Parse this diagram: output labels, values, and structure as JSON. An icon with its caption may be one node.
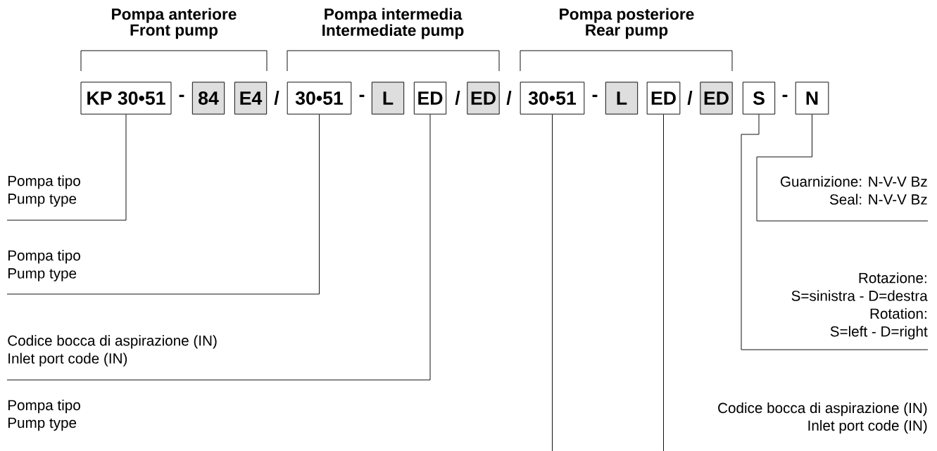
{
  "diagram": {
    "nodes": [
      {
        "text": [
          "KP 30•51"
        ]
      },
      {
        "text": [
          "84"
        ]
      },
      {
        "text": [
          "E4"
        ]
      },
      {
        "text": [
          "30•51"
        ]
      },
      {
        "text": [
          "L"
        ]
      },
      {
        "text": [
          "ED"
        ]
      },
      {
        "text": [
          "ED"
        ]
      },
      {
        "text": [
          "30•51"
        ]
      },
      {
        "text": [
          "L"
        ]
      },
      {
        "text": [
          "ED"
        ]
      },
      {
        "text": [
          "ED"
        ]
      },
      {
        "text": [
          "S"
        ]
      },
      {
        "text": [
          "N"
        ]
      },
      {
        "text": [
          "Pompa tipo",
          "Pump type"
        ]
      },
      {
        "text": [
          "Pompa tipo",
          "Pump type"
        ]
      },
      {
        "text": [
          "Codice bocca di aspirazione (IN)",
          "Inlet port code (IN)"
        ]
      },
      {
        "text": [
          "Guarnizione: N-V-V Bz",
          "Seal: N-V-V Bz"
        ]
      },
      {
        "text": [
          "Rotazione:",
          "S=sinistra - D=destra",
          "Rotation:",
          "S=left - D=right"
        ]
      }
    ],
    "edges": [
      {
        "from": 13,
        "to": 0,
        "arrow": "none"
      },
      {
        "from": 14,
        "to": 3,
        "arrow": "none"
      },
      {
        "from": 15,
        "to": 5,
        "arrow": "none"
      },
      {
        "from": 16,
        "to": 12,
        "arrow": "none"
      },
      {
        "from": 17,
        "to": 11,
        "arrow": "none"
      },
      {
        "from": 7,
        "to": null,
        "arrow": "none"
      },
      {
        "from": 9,
        "to": null,
        "arrow": "none"
      }
    ],
    "labels": [
      "Pompa anteriore",
      "Front pump",
      "Pompa intermedia",
      "Intermediate pump",
      "Pompa posteriore",
      "Rear pump",
      "-",
      "/",
      "-",
      "/",
      "/",
      "-",
      "/",
      "-",
      "Pompa tipo",
      "Pump type",
      "Codice bocca di aspirazione (IN)",
      "Inlet port code (IN)"
    ]
  }
}
